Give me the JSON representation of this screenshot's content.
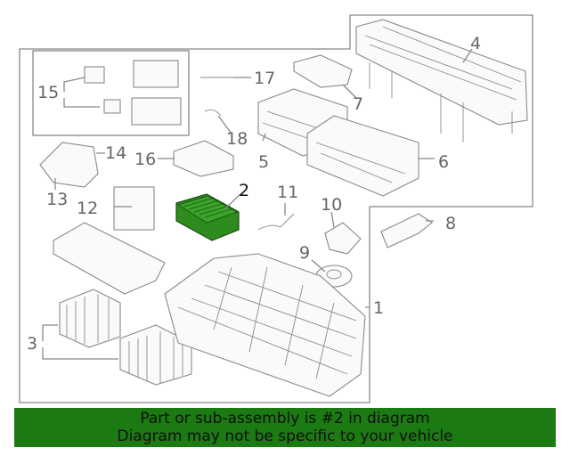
{
  "callouts": [
    {
      "id": "c1",
      "text": "1"
    },
    {
      "id": "c2",
      "text": "2"
    },
    {
      "id": "c3",
      "text": "3"
    },
    {
      "id": "c4",
      "text": "4"
    },
    {
      "id": "c5",
      "text": "5"
    },
    {
      "id": "c6",
      "text": "6"
    },
    {
      "id": "c7",
      "text": "7"
    },
    {
      "id": "c8",
      "text": "8"
    },
    {
      "id": "c9",
      "text": "9"
    },
    {
      "id": "c10",
      "text": "10"
    },
    {
      "id": "c11",
      "text": "11"
    },
    {
      "id": "c12",
      "text": "12"
    },
    {
      "id": "c13",
      "text": "13"
    },
    {
      "id": "c14",
      "text": "14"
    },
    {
      "id": "c15",
      "text": "15"
    },
    {
      "id": "c16",
      "text": "16"
    },
    {
      "id": "c17",
      "text": "17"
    },
    {
      "id": "c18",
      "text": "18"
    }
  ],
  "highlight_color": "#2e8b1e",
  "banner": {
    "line1": "Part or sub-assembly is #2 in diagram",
    "line2": "Diagram may not be specific to your vehicle",
    "color": "#1b7a12"
  }
}
